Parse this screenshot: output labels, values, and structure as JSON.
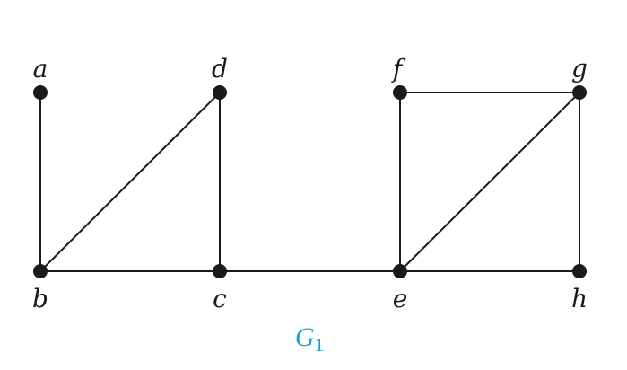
{
  "graph": {
    "title": "G",
    "title_subscript": "1",
    "title_color": "#1a9fd6",
    "vertices": [
      {
        "id": "a",
        "label": "a"
      },
      {
        "id": "b",
        "label": "b"
      },
      {
        "id": "c",
        "label": "c"
      },
      {
        "id": "d",
        "label": "d"
      },
      {
        "id": "e",
        "label": "e"
      },
      {
        "id": "f",
        "label": "f"
      },
      {
        "id": "g",
        "label": "g"
      },
      {
        "id": "h",
        "label": "h"
      }
    ],
    "edges": [
      [
        "a",
        "b"
      ],
      [
        "b",
        "c"
      ],
      [
        "b",
        "d"
      ],
      [
        "c",
        "d"
      ],
      [
        "c",
        "e"
      ],
      [
        "e",
        "f"
      ],
      [
        "f",
        "g"
      ],
      [
        "e",
        "g"
      ],
      [
        "g",
        "h"
      ],
      [
        "e",
        "h"
      ]
    ]
  }
}
